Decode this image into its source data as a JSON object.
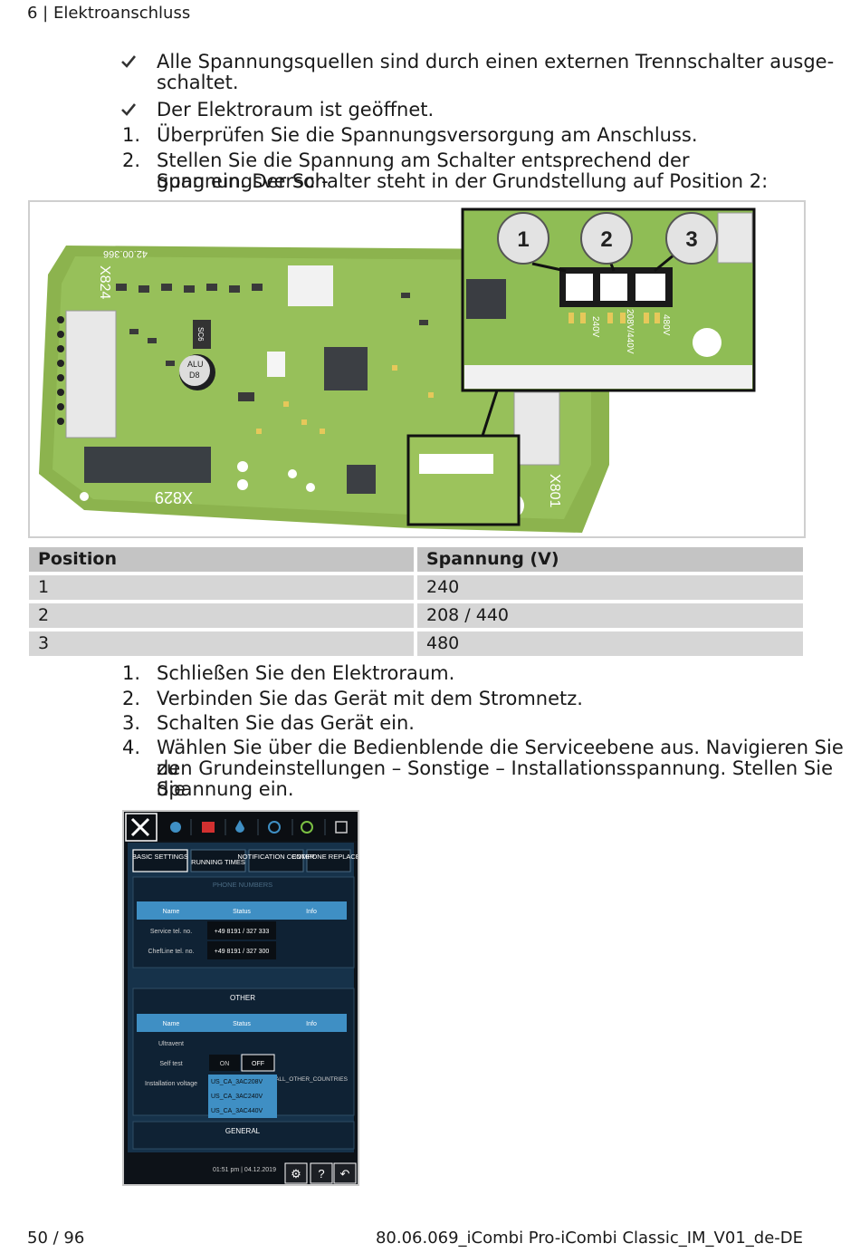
{
  "header": {
    "title": "6 | Elektroanschluss"
  },
  "prereq": [
    {
      "lines": [
        "Alle Spannungsquellen sind durch einen externen Trennschalter ausge-",
        "schaltet."
      ]
    },
    {
      "lines": [
        "Der Elektroraum ist geöffnet."
      ]
    }
  ],
  "steps_a": [
    {
      "num": "1.",
      "lines": [
        "Überprüfen Sie die Spannungsversorgung am Anschluss."
      ]
    },
    {
      "num": "2.",
      "lines": [
        "Stellen Sie die Spannung am Schalter entsprechend der Spannungsversor-",
        "gung ein. Der Schalter steht in der Grundstellung auf Position 2:"
      ]
    }
  ],
  "figure": {
    "callouts": [
      "1",
      "2",
      "3"
    ],
    "board_labels": {
      "x824": "X824",
      "x829": "X829",
      "x801": "X801",
      "part_no": "42.00.366",
      "alu": "ALU",
      "d8": "D8",
      "sc6": "SC6",
      "v240": "240V",
      "v208": "208V/440V",
      "v480": "480V"
    }
  },
  "table": {
    "headers": [
      "Position",
      "Spannung (V)"
    ],
    "rows": [
      [
        "1",
        "240"
      ],
      [
        "2",
        "208 / 440"
      ],
      [
        "3",
        "480"
      ]
    ]
  },
  "steps_b": [
    {
      "num": "1.",
      "lines": [
        "Schließen Sie den Elektroraum."
      ]
    },
    {
      "num": "2.",
      "lines": [
        "Verbinden Sie das Gerät mit dem Stromnetz."
      ]
    },
    {
      "num": "3.",
      "lines": [
        "Schalten Sie das Gerät ein."
      ]
    },
    {
      "num": "4.",
      "lines": [
        "Wählen Sie über die Bedienblende die Serviceebene aus. Navigieren Sie zu",
        "den Grundeinstellungen – Sonstige – Installationsspannung. Stellen Sie die",
        "Spannung ein."
      ]
    }
  ],
  "screen": {
    "tabs": [
      "BASIC SETTINGS",
      "RUNNING TIMES",
      "NOTIFICATION CENTER",
      "COMPONE REPLACEM"
    ],
    "phone_section": "PHONE NUMBERS",
    "cols": [
      "Name",
      "Status",
      "Info"
    ],
    "phone_rows": [
      [
        "Service tel. no.",
        "+49 8191 / 327 333",
        ""
      ],
      [
        "ChefLine tel. no.",
        "+49 8191 / 327 300",
        ""
      ]
    ],
    "other_section": "OTHER",
    "other_rows": {
      "ultravent": "Ultravent",
      "selftest": "Self test",
      "on": "ON",
      "off": "OFF",
      "install": "Installation voltage",
      "info": "ALL_OTHER_COUNTRIES"
    },
    "dropdown": [
      "US_CA_3AC208V",
      "US_CA_3AC240V",
      "US_CA_3AC440V"
    ],
    "general": "GENERAL",
    "status_time": "01:51 pm | 04.12.2019",
    "accent": "#3f8fc4"
  },
  "footer": {
    "page": "50 / 96",
    "doc": "80.06.069_iCombi Pro-iCombi Classic_IM_V01_de-DE"
  }
}
